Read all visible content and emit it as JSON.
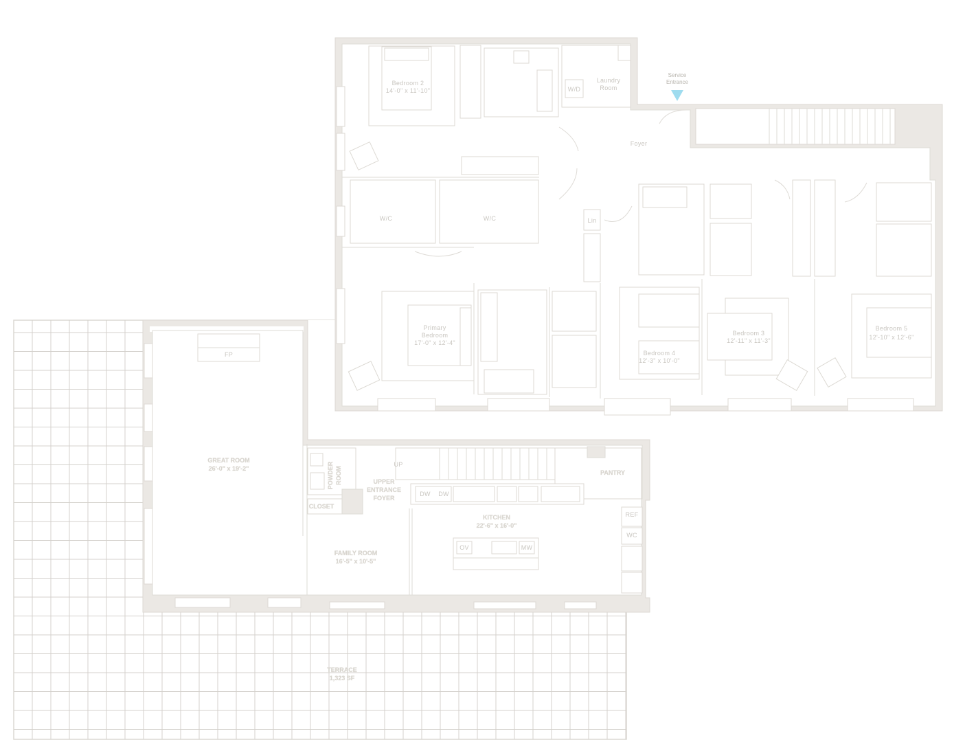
{
  "plan": {
    "rooms": {
      "bedroom2": {
        "name": "Bedroom 2",
        "dims": "14'-0\" x 11'-10\""
      },
      "laundry": {
        "name": "Laundry",
        "name2": "Room"
      },
      "wd": "W/D",
      "foyer": "Foyer",
      "wic_left": "W/C",
      "wic_right": "W/C",
      "linen": "Lin",
      "primary_bedroom": {
        "name": "Primary",
        "name2": "Bedroom",
        "dims": "17'-0\" x 12'-4\""
      },
      "bedroom3": {
        "name": "Bedroom 3",
        "dims": "12'-11\" x 11'-3\""
      },
      "bedroom4": {
        "name": "Bedroom 4",
        "dims": "12'-3\" x 10'-0\""
      },
      "bedroom5": {
        "name": "Bedroom 5",
        "dims": "12'-10\" x 12'-6\""
      },
      "great_room": {
        "name": "GREAT ROOM",
        "dims": "26'-0\" x 19'-2\""
      },
      "powder_room": {
        "name": "POWDER",
        "name2": "ROOM"
      },
      "upper_entrance_foyer": {
        "name": "UPPER",
        "name2": "ENTRANCE",
        "name3": "FOYER"
      },
      "pantry": "PANTRY",
      "closet": "CLOSET",
      "kitchen": {
        "name": "KITCHEN",
        "dims": "22'-6\" x 16'-0\""
      },
      "family_room": {
        "name": "FAMILY ROOM",
        "dims": "16'-5\" x 10'-5\""
      },
      "terrace": {
        "name": "TERRACE",
        "area": "1,323 SF"
      }
    },
    "fixtures": {
      "fp": "FP",
      "dw": "DW",
      "ref": "REF",
      "wc": "WC",
      "up": "UP",
      "ov": "OV",
      "mw": "MW"
    },
    "entrance_marker": {
      "line1": "Service",
      "line2": "Entrance"
    },
    "colors": {
      "wall_fill": "#ebe8e4",
      "line": "#dedbd6",
      "text": "#c9c6c0",
      "entrance_accent": "#9fdcef"
    }
  }
}
